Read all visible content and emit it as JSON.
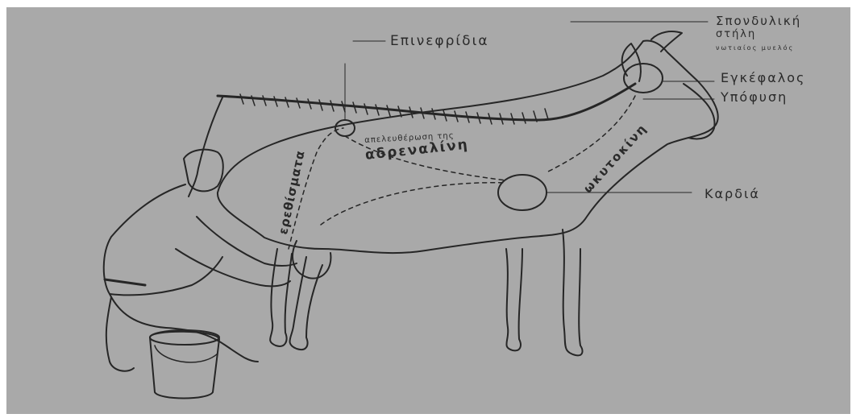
{
  "labels": {
    "epinefridia": "Επινεφρίδια",
    "spondyliki_1": "Σπονδυλική",
    "spondyliki_2": "στήλη",
    "small_caption": "νωτιαίος μυελός",
    "egkefalos": "Εγκέφαλος",
    "ypofysi": "Υπόφυση",
    "kardia": "Καρδιά",
    "erethismata": "ερεθίσματα",
    "apelefthherosi": "απελευθέρωση της",
    "adrenalini": "αδρεναλίνη",
    "okytokini": "ωκυτοκίνη"
  }
}
